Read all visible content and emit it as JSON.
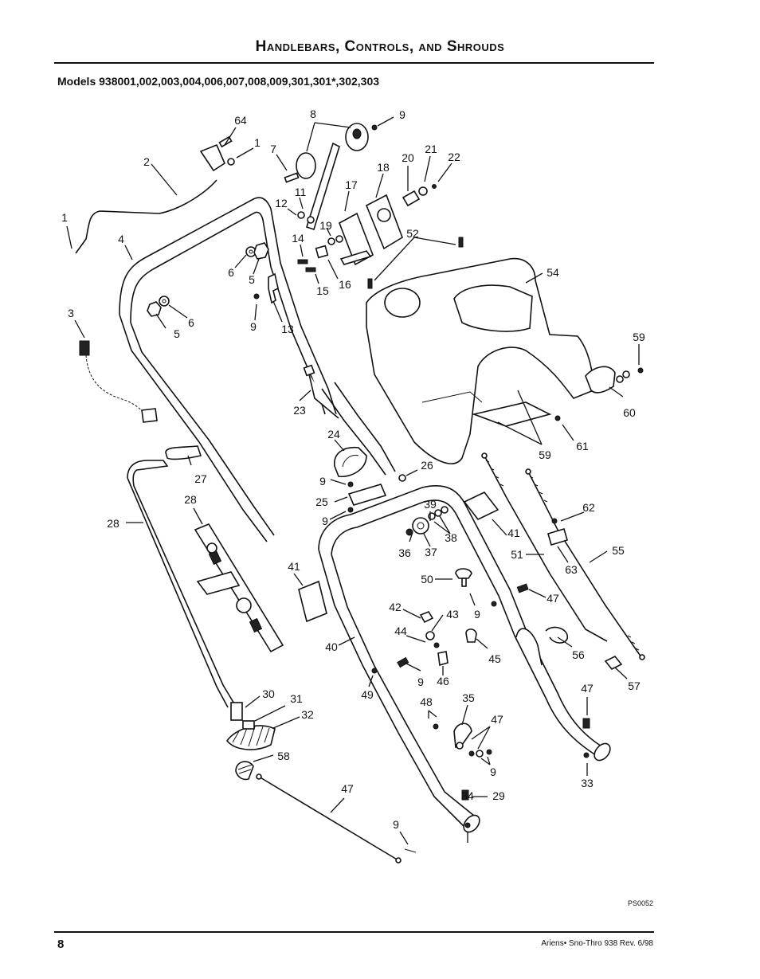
{
  "page": {
    "title": "Handlebars, Controls, and Shrouds",
    "models": "Models 938001,002,003,004,006,007,008,009,301,301*,302,303",
    "drawing_code": "PS0052",
    "page_number": "8",
    "footer": "Ariens• Sno-Thro 938  Rev. 6/98"
  },
  "callouts": [
    {
      "id": "c64",
      "text": "64"
    },
    {
      "id": "c1a",
      "text": "1"
    },
    {
      "id": "c2",
      "text": "2"
    },
    {
      "id": "c1b",
      "text": "1"
    },
    {
      "id": "c4",
      "text": "4"
    },
    {
      "id": "c3",
      "text": "3"
    },
    {
      "id": "c6a",
      "text": "6"
    },
    {
      "id": "c5a",
      "text": "5"
    },
    {
      "id": "c6b",
      "text": "6"
    },
    {
      "id": "c5b",
      "text": "5"
    },
    {
      "id": "c8",
      "text": "8"
    },
    {
      "id": "c9a",
      "text": "9"
    },
    {
      "id": "c7",
      "text": "7"
    },
    {
      "id": "c11",
      "text": "11"
    },
    {
      "id": "c12",
      "text": "12"
    },
    {
      "id": "c14",
      "text": "14"
    },
    {
      "id": "c19",
      "text": "19"
    },
    {
      "id": "c15",
      "text": "15"
    },
    {
      "id": "c16",
      "text": "16"
    },
    {
      "id": "c17",
      "text": "17"
    },
    {
      "id": "c18",
      "text": "18"
    },
    {
      "id": "c20",
      "text": "20"
    },
    {
      "id": "c21",
      "text": "21"
    },
    {
      "id": "c22",
      "text": "22"
    },
    {
      "id": "c52",
      "text": "52"
    },
    {
      "id": "c54",
      "text": "54"
    },
    {
      "id": "c9b",
      "text": "9"
    },
    {
      "id": "c13",
      "text": "13"
    },
    {
      "id": "c59a",
      "text": "59"
    },
    {
      "id": "c60",
      "text": "60"
    },
    {
      "id": "c61",
      "text": "61"
    },
    {
      "id": "c59b",
      "text": "59"
    },
    {
      "id": "c23",
      "text": "23"
    },
    {
      "id": "c24",
      "text": "24"
    },
    {
      "id": "c26",
      "text": "26"
    },
    {
      "id": "c9c",
      "text": "9"
    },
    {
      "id": "c25",
      "text": "25"
    },
    {
      "id": "c9d",
      "text": "9"
    },
    {
      "id": "c27",
      "text": "27"
    },
    {
      "id": "c28a",
      "text": "28"
    },
    {
      "id": "c28b",
      "text": "28"
    },
    {
      "id": "c39",
      "text": "39"
    },
    {
      "id": "c38",
      "text": "38"
    },
    {
      "id": "c36",
      "text": "36"
    },
    {
      "id": "c37",
      "text": "37"
    },
    {
      "id": "c41a",
      "text": "41"
    },
    {
      "id": "c51",
      "text": "51"
    },
    {
      "id": "c62",
      "text": "62"
    },
    {
      "id": "c63",
      "text": "63"
    },
    {
      "id": "c55",
      "text": "55"
    },
    {
      "id": "c41b",
      "text": "41"
    },
    {
      "id": "c50",
      "text": "50"
    },
    {
      "id": "c47a",
      "text": "47"
    },
    {
      "id": "c42",
      "text": "42"
    },
    {
      "id": "c43",
      "text": "43"
    },
    {
      "id": "c9e",
      "text": "9"
    },
    {
      "id": "c44",
      "text": "44"
    },
    {
      "id": "c40",
      "text": "40"
    },
    {
      "id": "c45",
      "text": "45"
    },
    {
      "id": "c56",
      "text": "56"
    },
    {
      "id": "c57",
      "text": "57"
    },
    {
      "id": "c47b",
      "text": "47"
    },
    {
      "id": "c46",
      "text": "46"
    },
    {
      "id": "c9f",
      "text": "9"
    },
    {
      "id": "c49",
      "text": "49"
    },
    {
      "id": "c48",
      "text": "48"
    },
    {
      "id": "c35",
      "text": "35"
    },
    {
      "id": "c47c",
      "text": "47"
    },
    {
      "id": "c29",
      "text": "29"
    },
    {
      "id": "c30",
      "text": "30"
    },
    {
      "id": "c31",
      "text": "31"
    },
    {
      "id": "c32",
      "text": "32"
    },
    {
      "id": "c58",
      "text": "58"
    },
    {
      "id": "c9g",
      "text": "9"
    },
    {
      "id": "c33",
      "text": "33"
    },
    {
      "id": "c47d",
      "text": "47"
    },
    {
      "id": "c34",
      "text": "34"
    },
    {
      "id": "c9h",
      "text": "9"
    }
  ]
}
